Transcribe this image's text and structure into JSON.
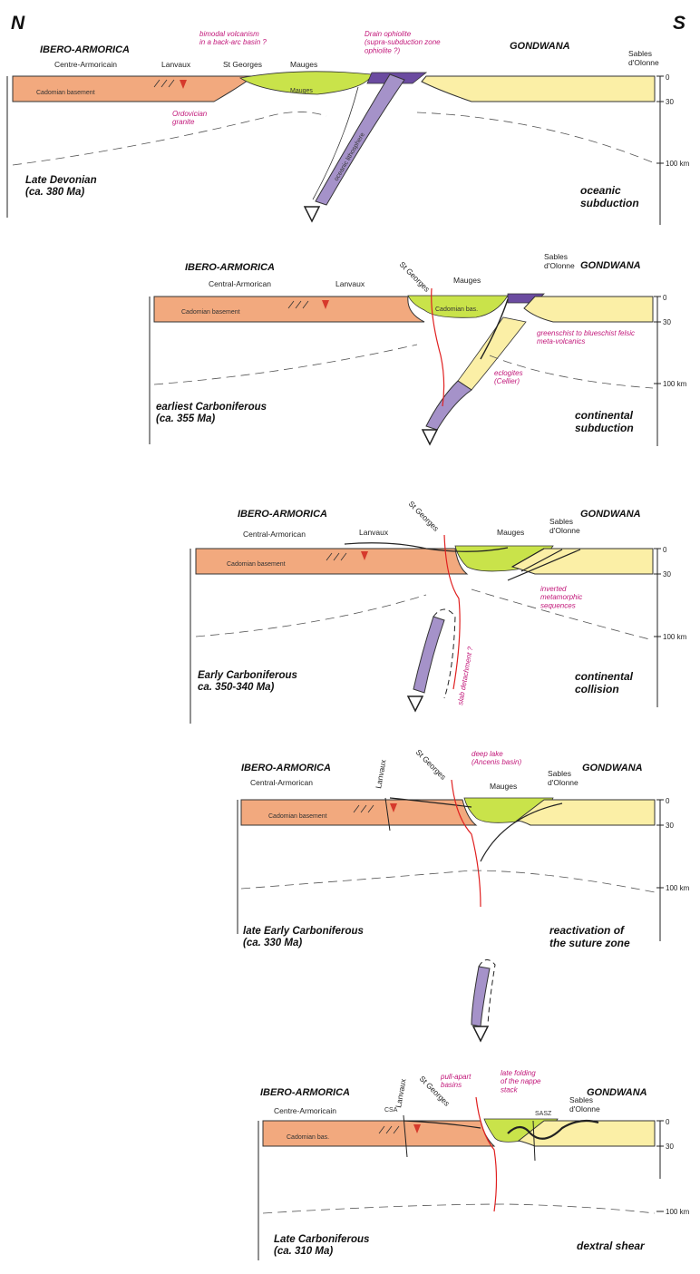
{
  "orientation": {
    "north": "N",
    "south": "S"
  },
  "colors": {
    "armorica_basement": "#f2a97e",
    "gondwana_crust": "#fbefa6",
    "mauges_block": "#c9e34a",
    "ophiolite": "#6b4ba0",
    "slab": "#a592c9",
    "fault_red": "#e02020",
    "annotation_magenta": "#c2187a",
    "volcanic_marker": "#d63a2c"
  },
  "panels": [
    {
      "north_block": "IBERO-ARMORICA",
      "south_block": "GONDWANA",
      "places": {
        "central": "Centre-Armoricain",
        "lanvaux": "Lanvaux",
        "stgeorges": "St Georges",
        "mauges": "Mauges",
        "sables": "Sables\nd'Olonne"
      },
      "basement_label": "Cadomian basement",
      "mauges_label": "Mauges",
      "slab_label": "oceanic lithosphere",
      "notes": [
        "bimodal volcanism\nin a back-arc basin ?",
        "Drain ophiolite\n(supra-subduction zone\nophiolite ?)",
        "Ordovician\ngranite"
      ],
      "depths": [
        "0",
        "30",
        "100 km"
      ],
      "age": "Late Devonian\n(ca. 380 Ma)",
      "process": "oceanic\nsubduction"
    },
    {
      "north_block": "IBERO-ARMORICA",
      "south_block": "GONDWANA",
      "places": {
        "central": "Central-Armorican",
        "lanvaux": "Lanvaux",
        "stgeorges": "St Georges",
        "mauges": "Mauges",
        "sables": "Sables\nd'Olonne"
      },
      "basement_label": "Cadomian basement",
      "mauges_label": "Cadomian bas.",
      "notes": [
        "greenschist to blueschist felsic\nmeta-volcanics",
        "eclogites\n(Cellier)"
      ],
      "depths": [
        "0",
        "30",
        "100 km"
      ],
      "age": "earliest Carboniferous\n(ca. 355 Ma)",
      "process": "continental\nsubduction"
    },
    {
      "north_block": "IBERO-ARMORICA",
      "south_block": "GONDWANA",
      "places": {
        "central": "Central-Armorican",
        "lanvaux": "Lanvaux",
        "stgeorges": "St Georges",
        "mauges": "Mauges",
        "sables": "Sables\nd'Olonne"
      },
      "basement_label": "Cadomian basement",
      "notes": [
        "inverted\nmetamorphic\nsequences",
        "slab detachment ?"
      ],
      "depths": [
        "0",
        "30",
        "100 km"
      ],
      "age": "Early Carboniferous\nca. 350-340 Ma)",
      "process": "continental\ncollision"
    },
    {
      "north_block": "IBERO-ARMORICA",
      "south_block": "GONDWANA",
      "places": {
        "central": "Central-Armorican",
        "lanvaux": "Lanvaux",
        "stgeorges": "St Georges",
        "mauges": "Mauges",
        "sables": "Sables\nd'Olonne"
      },
      "basement_label": "Cadomian basement",
      "notes": [
        "deep lake\n(Ancenis basin)"
      ],
      "depths": [
        "0",
        "30",
        "100 km"
      ],
      "age": "late Early Carboniferous\n(ca. 330 Ma)",
      "process": "reactivation of\nthe suture zone"
    },
    {
      "north_block": "IBERO-ARMORICA",
      "south_block": "GONDWANA",
      "places": {
        "central": "Centre-Armoricain",
        "csa": "CSA",
        "lanvaux": "Lanvaux",
        "stgeorges": "St Georges",
        "sass": "SASZ",
        "sables": "Sables\nd'Olonne"
      },
      "basement_label": "Cadomian bas.",
      "notes": [
        "pull-apart\nbasins",
        "late folding\nof the nappe\nstack"
      ],
      "depths": [
        "0",
        "30",
        "100 km"
      ],
      "age": "Late Carboniferous\n(ca. 310 Ma)",
      "process": "dextral shear"
    }
  ]
}
